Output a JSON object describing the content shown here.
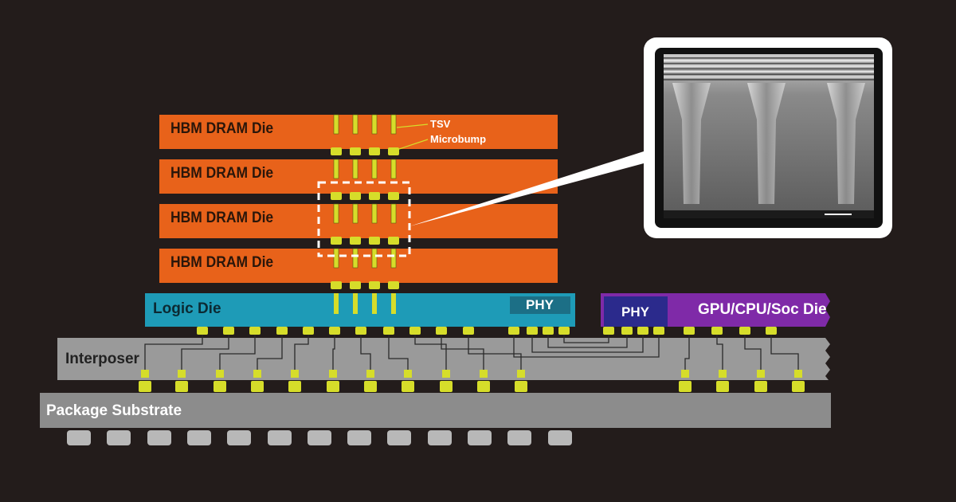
{
  "diagram": {
    "dram_dies": [
      {
        "label": "HBM DRAM Die"
      },
      {
        "label": "HBM DRAM Die"
      },
      {
        "label": "HBM DRAM Die"
      },
      {
        "label": "HBM DRAM Die"
      }
    ],
    "callouts": {
      "tsv": "TSV",
      "microbump": "Microbump"
    },
    "logic_die": {
      "label": "Logic Die",
      "phy": "PHY"
    },
    "gpu_die": {
      "label": "GPU/CPU/Soc Die",
      "phy": "PHY"
    },
    "interposer": {
      "label": "Interposer"
    },
    "substrate": {
      "label": "Package Substrate"
    },
    "colors": {
      "background": "#231c1b",
      "dram": "#e8621a",
      "logic": "#1e9bb7",
      "gpu": "#7f2aa8",
      "phy": "#2b2a8c",
      "interposer": "#9a9a9a",
      "substrate": "#8c8c8c",
      "bump": "#d6dd2a"
    },
    "inset": {
      "type": "SEM micrograph of TSV cross-sections",
      "tsv_count": 3
    }
  }
}
